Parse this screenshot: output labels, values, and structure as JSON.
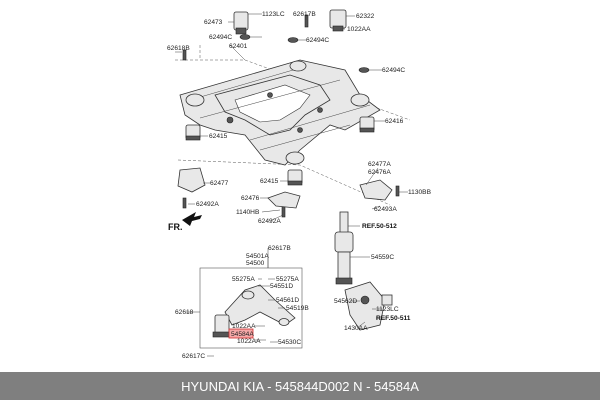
{
  "labels": {
    "l1123LC_top": "1123LC",
    "l62617B_top": "62617B",
    "l62322": "62322",
    "l62473": "62473",
    "l1022AA_top": "1022AA",
    "l62494C_a": "62494C",
    "l62494C_b": "62494C",
    "l62618B": "62618B",
    "l62401": "62401",
    "l62494C_c": "62494C",
    "l62416": "62416",
    "l62415_a": "62415",
    "l62477A": "62477A",
    "l62476A": "62476A",
    "l62477": "62477",
    "l62415_b": "62415",
    "l1130BB": "1130BB",
    "l62476": "62476",
    "l62492A_a": "62492A",
    "l62493A": "62493A",
    "l1140HB": "1140HB",
    "l62492A_b": "62492A",
    "fr": "FR.",
    "ref512": "REF.50-512",
    "l62617B_mid": "62617B",
    "l54501A": "54501A",
    "l54500": "54500",
    "l54559C": "54559C",
    "l55275A_a": "55275A",
    "l55275A_b": "55275A",
    "l54551D": "54551D",
    "l54561D": "54561D",
    "l54519B": "54519B",
    "l54562D": "54562D",
    "l62618": "62618",
    "l1123LC_bot": "1123LC",
    "ref511": "REF.50-511",
    "l1022AA_mid": "1022AA",
    "l54584A": "54584A",
    "l1430AA": "1430AA",
    "l1022AA_bot": "1022AA",
    "l54530C": "54530C",
    "l62617C": "62617C"
  },
  "footer": {
    "caption": "HYUNDAI  KIA - 545844D002     N - 54584A"
  },
  "colors": {
    "highlight": "#f6a8a8",
    "footer_bg": "#7f7f7f"
  }
}
